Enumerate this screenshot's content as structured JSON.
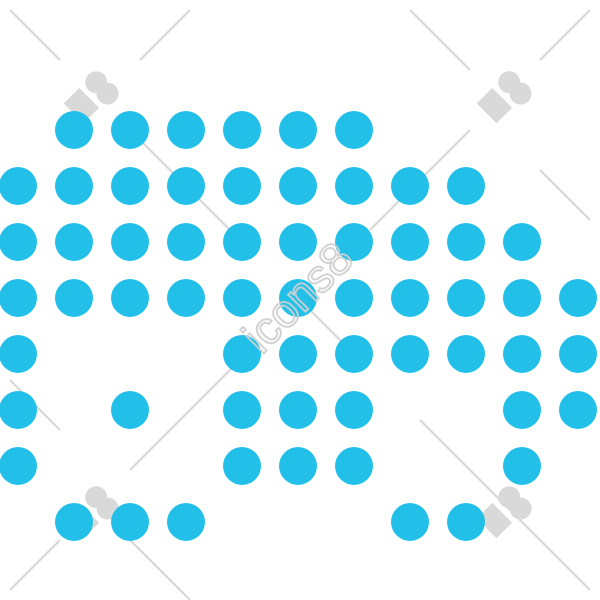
{
  "icon": {
    "name": "dotted-truck-icon",
    "dot_color": "#22c0e8",
    "rows": [
      [
        2,
        3,
        4,
        5,
        6,
        7
      ],
      [
        1,
        2,
        3,
        4,
        5,
        6,
        7,
        8,
        9
      ],
      [
        1,
        2,
        3,
        4,
        5,
        6,
        7,
        8,
        9,
        10
      ],
      [
        1,
        2,
        3,
        4,
        5,
        6,
        7,
        8,
        9,
        10,
        11
      ],
      [
        1,
        5,
        6,
        7,
        8,
        9,
        10,
        11
      ],
      [
        1,
        3,
        5,
        6,
        7,
        10,
        11
      ],
      [
        1,
        5,
        6,
        7,
        10
      ],
      [
        2,
        3,
        4,
        8,
        9
      ]
    ]
  },
  "watermark": {
    "text": "icons8",
    "line_color": "#d6d6d6",
    "text_color": "#cfcfcf",
    "logo_color": "#d9d9d9"
  }
}
